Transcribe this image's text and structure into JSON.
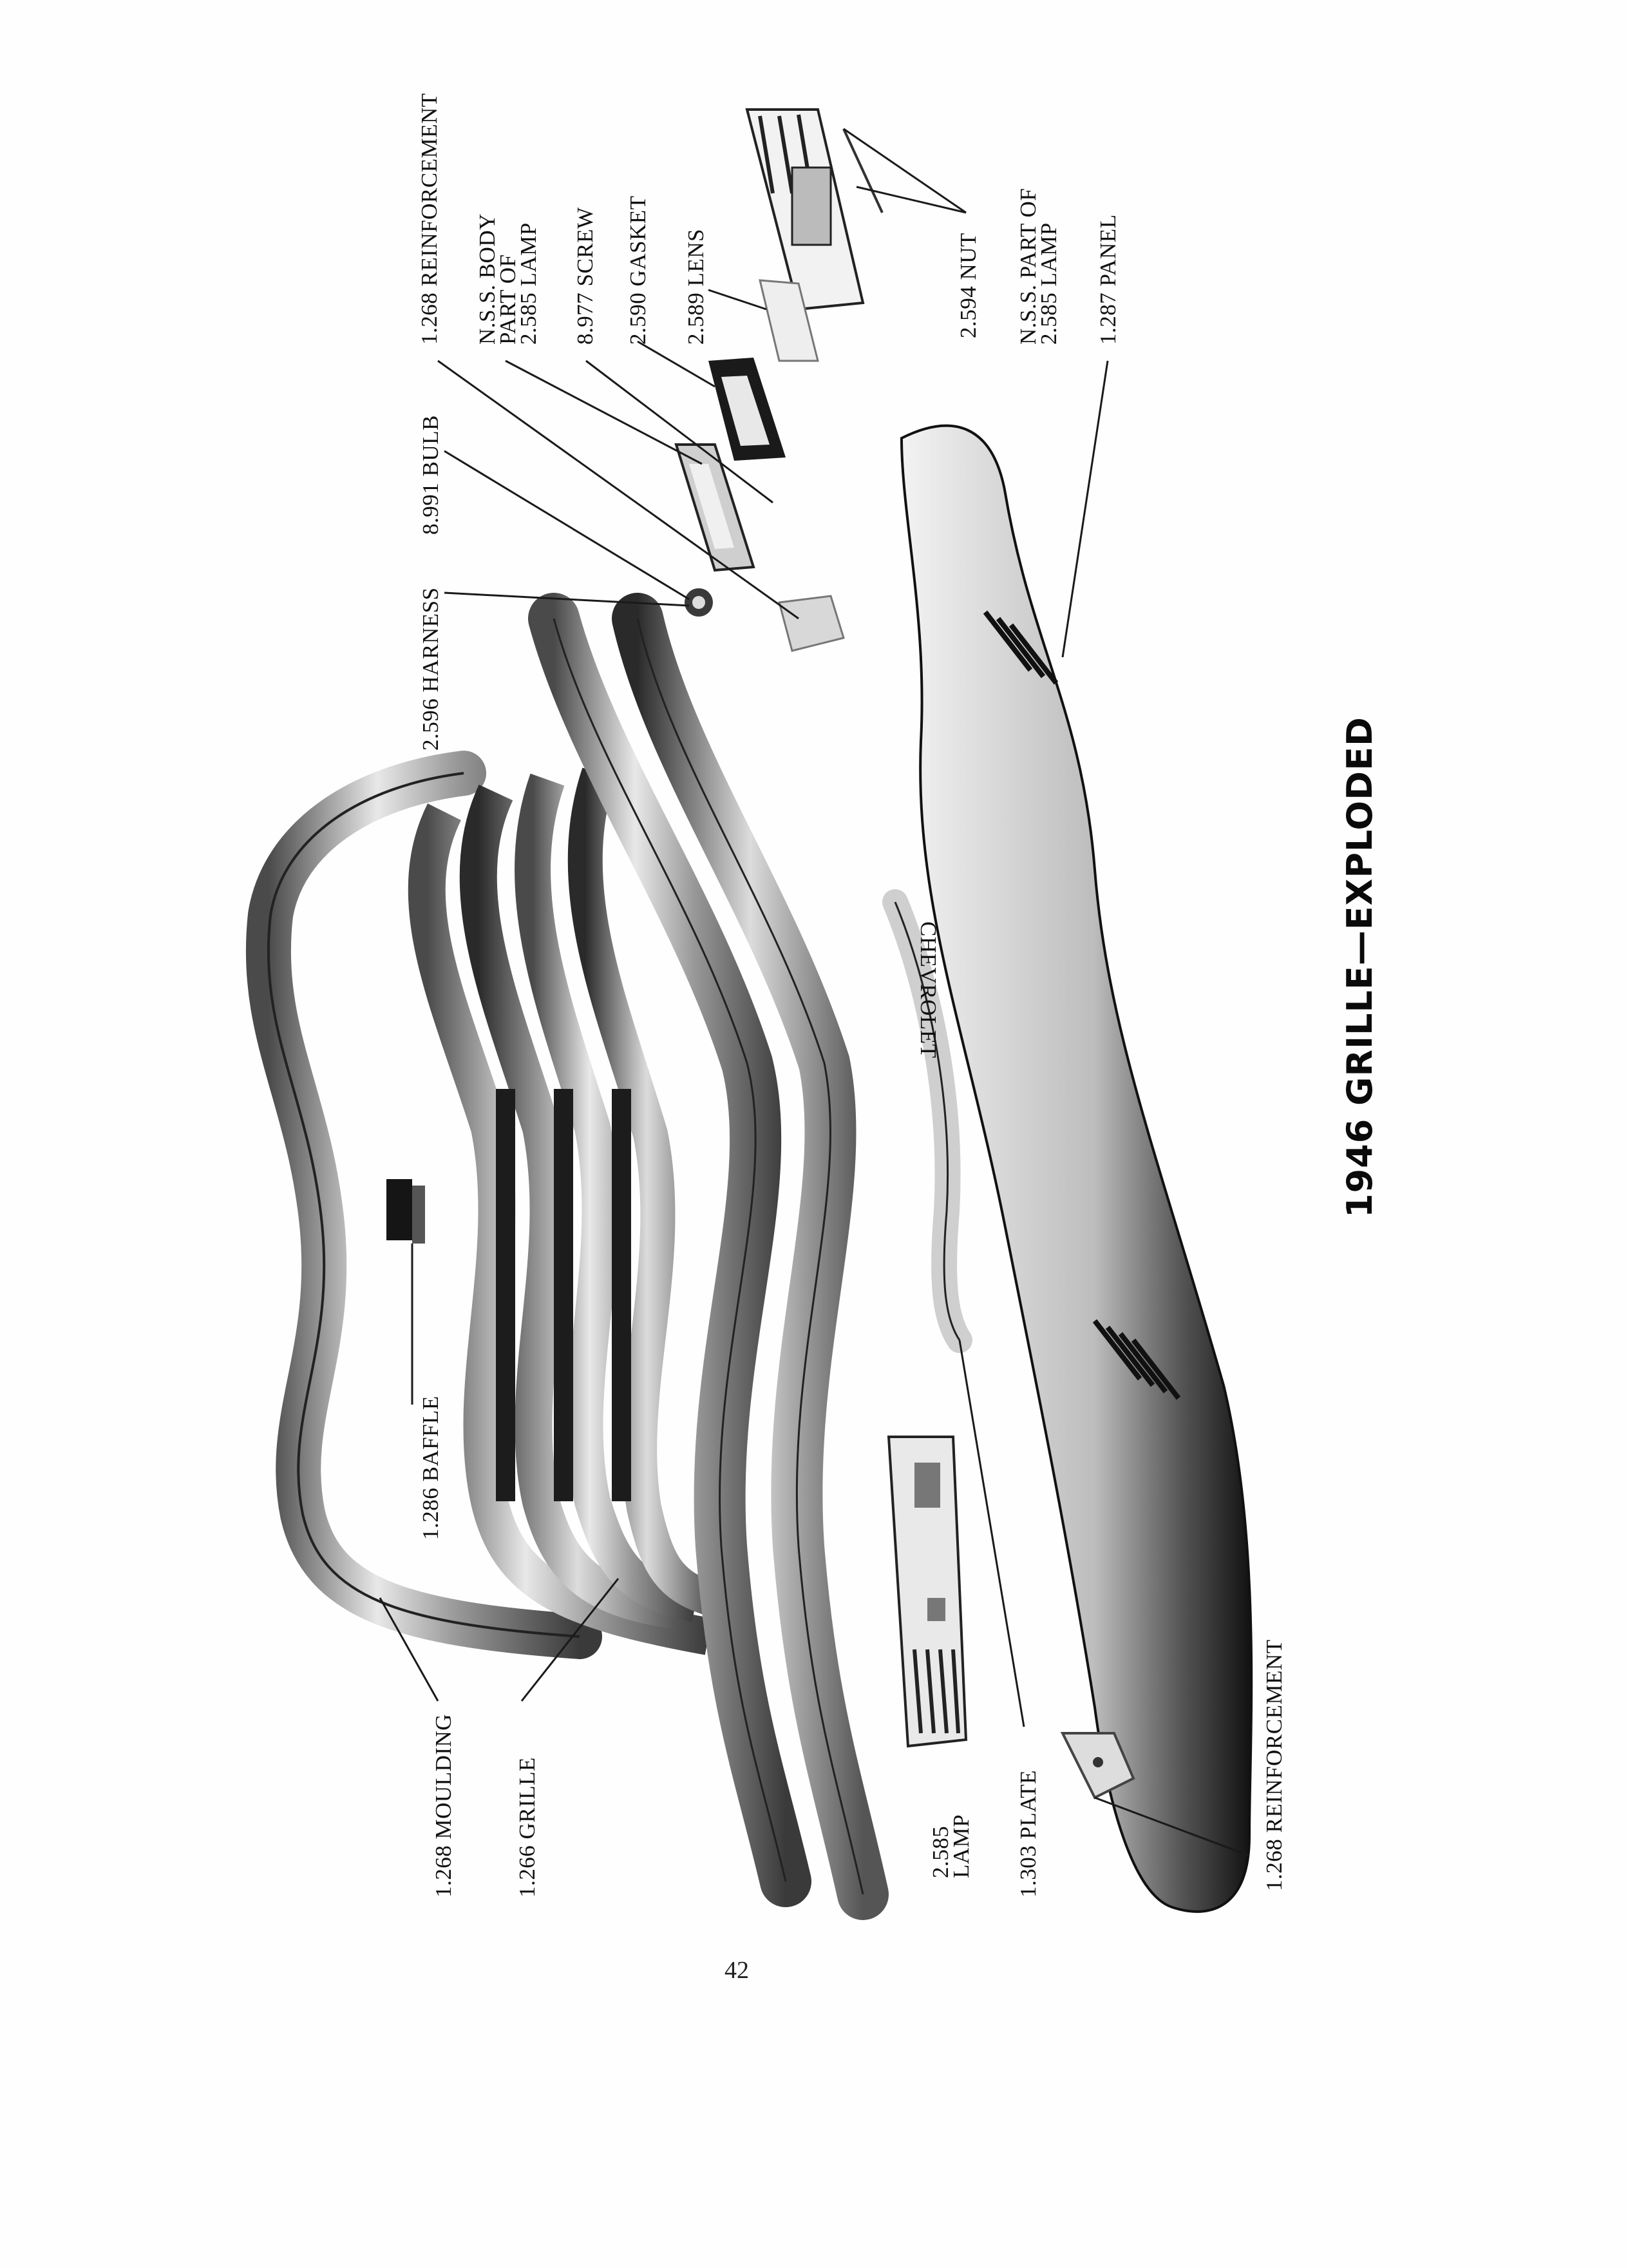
{
  "title": "1946 GRILLE—EXPLODED",
  "page_number": "42",
  "labels": {
    "reinforcement_top": "1.268 REINFORCEMENT",
    "nss_body_1": "N.S.S. BODY",
    "nss_body_2": "PART OF",
    "nss_body_3": "2.585 LAMP",
    "screw": "8.977 SCREW",
    "gasket": "2.590 GASKET",
    "lens": "2.589 LENS",
    "nut": "2.594 NUT",
    "nss_part_1": "N.S.S. PART OF",
    "nss_part_2": "2.585 LAMP",
    "panel": "1.287 PANEL",
    "bulb": "8.991 BULB",
    "harness": "2.596 HARNESS",
    "baffle": "1.286 BAFFLE",
    "moulding": "1.268 MOULDING",
    "grille": "1.266 GRILLE",
    "lamp_1": "2.585",
    "lamp_2": "LAMP",
    "plate": "1.303 PLATE",
    "reinforcement_bottom": "1.268 REINFORCEMENT"
  },
  "emblem_letters": "CHEVROLET"
}
